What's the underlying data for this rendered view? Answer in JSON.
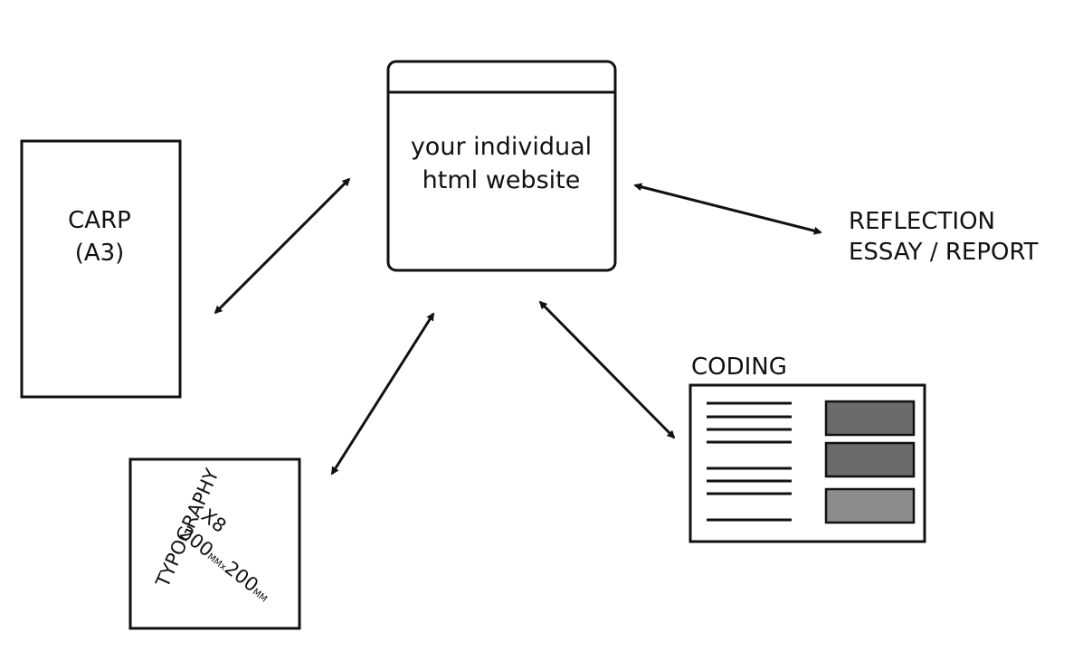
{
  "website": {
    "line1": "your individual",
    "line2": "html website"
  },
  "carp": {
    "line1": "CARP",
    "line2": "(A3)"
  },
  "reflection": {
    "line1": "REFLECTION",
    "line2": "ESSAY / REPORT"
  },
  "coding": {
    "label": "CODING"
  },
  "typography": {
    "word": "TYPOGRAPHY",
    "count": "X8",
    "size_a": "200",
    "size_a_unit": "MM",
    "size_sep": "x",
    "size_b": "200",
    "size_b_unit": "MM"
  },
  "colors": {
    "stroke": "#111111",
    "block_dark": "#6b6b6b",
    "block_light": "#8c8c8c"
  }
}
